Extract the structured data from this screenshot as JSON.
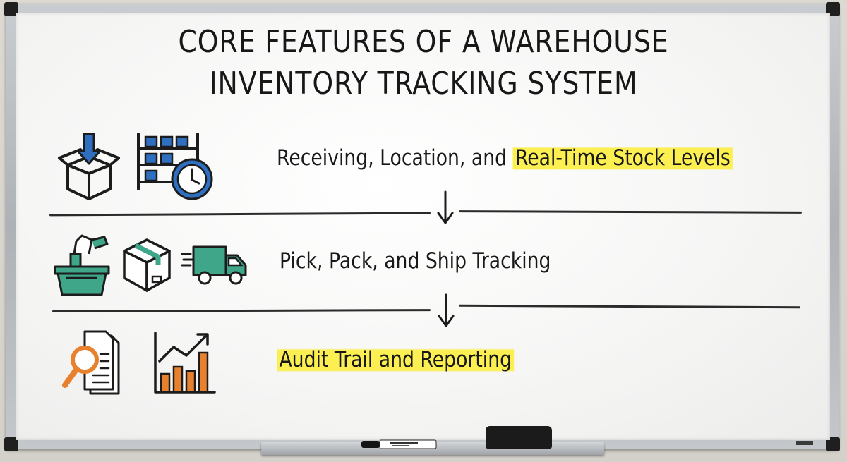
{
  "title": {
    "line1": "CORE FEATURES OF A WAREHOUSE",
    "line2": "INVENTORY TRACKING SYSTEM"
  },
  "steps": [
    {
      "text_before": "Receiving, Location, and ",
      "text_highlight": "Real-Time Stock Levels",
      "icons": [
        "inbound-box-icon",
        "warehouse-shelf-icon",
        "clock-icon"
      ]
    },
    {
      "text_before": "Pick, Pack, and Ship Tracking",
      "text_highlight": "",
      "icons": [
        "picking-basket-icon",
        "package-box-icon",
        "delivery-truck-icon"
      ]
    },
    {
      "text_before": "",
      "text_highlight": "Audit Trail and Reporting",
      "icons": [
        "magnifier-document-icon",
        "bar-chart-trend-icon"
      ]
    }
  ],
  "colors": {
    "highlight": "#fbef52",
    "blue_icon": "#2f6fc0",
    "green_icon": "#3fa68a",
    "orange_icon": "#e8812d",
    "ink": "#181818"
  }
}
